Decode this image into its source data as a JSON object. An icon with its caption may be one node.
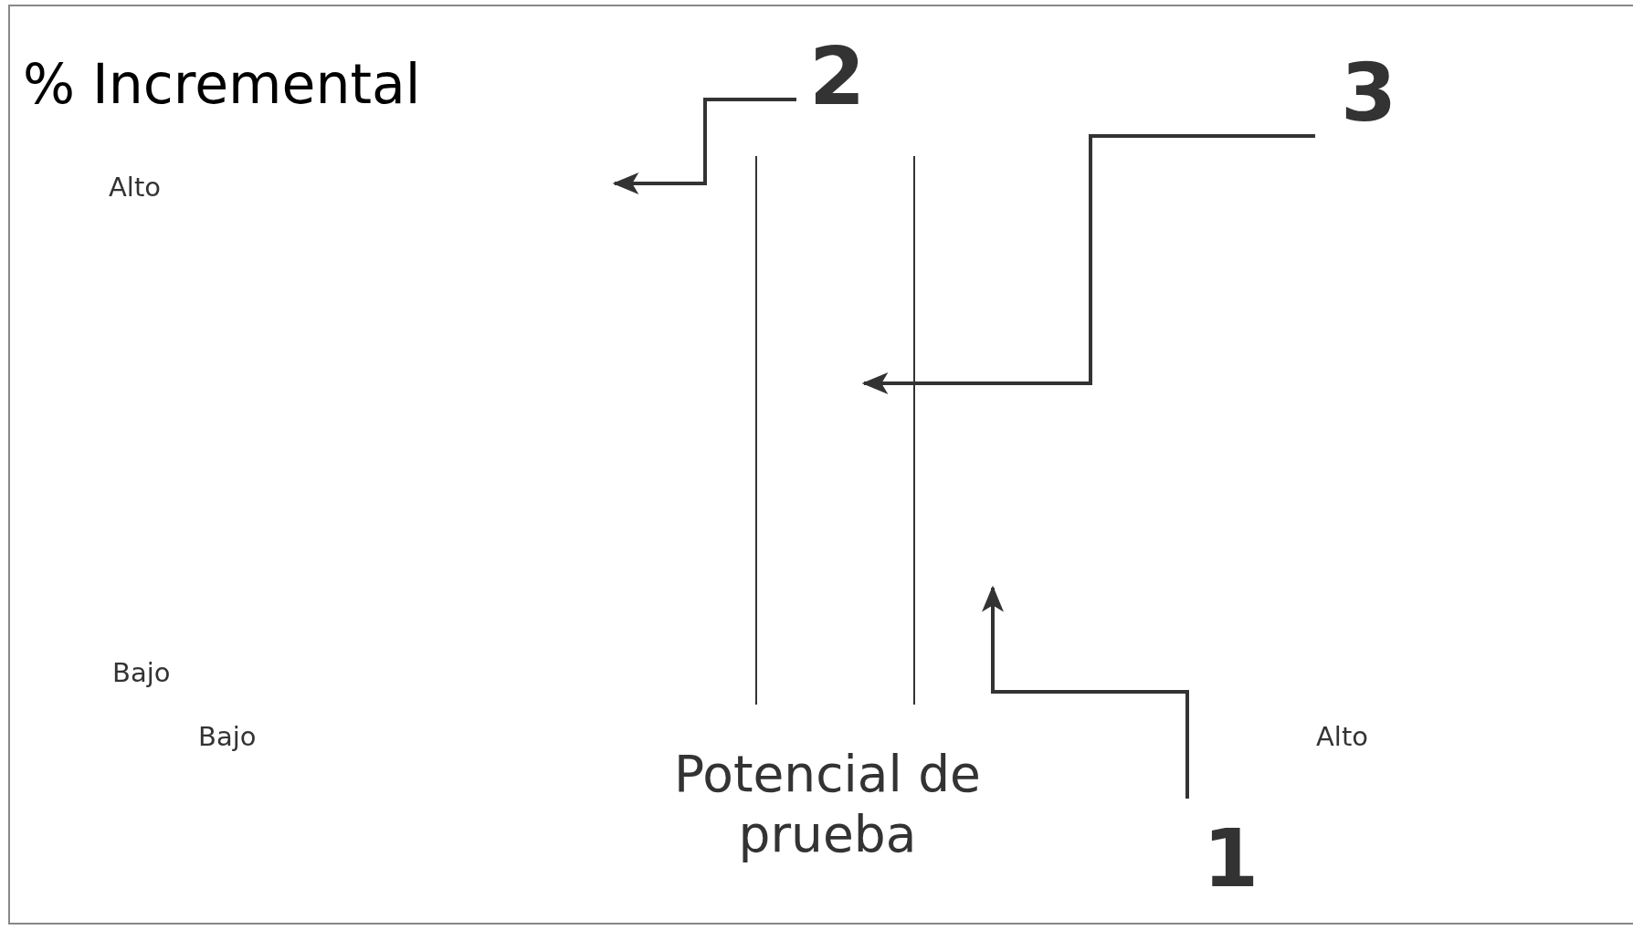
{
  "diagram": {
    "title": "% Incremental",
    "nodes": [
      {
        "text": [
          "2"
        ]
      },
      {
        "text": [
          "3"
        ]
      },
      {
        "text": [
          "1"
        ]
      }
    ],
    "edges": [
      {
        "from": 0,
        "to": null,
        "arrow": "to"
      },
      {
        "from": 1,
        "to": null,
        "arrow": "to"
      },
      {
        "from": 2,
        "to": null,
        "arrow": "to"
      }
    ],
    "labels": [
      "Alto",
      "Bajo",
      "Bajo",
      "Potencial de prueba",
      "Alto"
    ]
  }
}
